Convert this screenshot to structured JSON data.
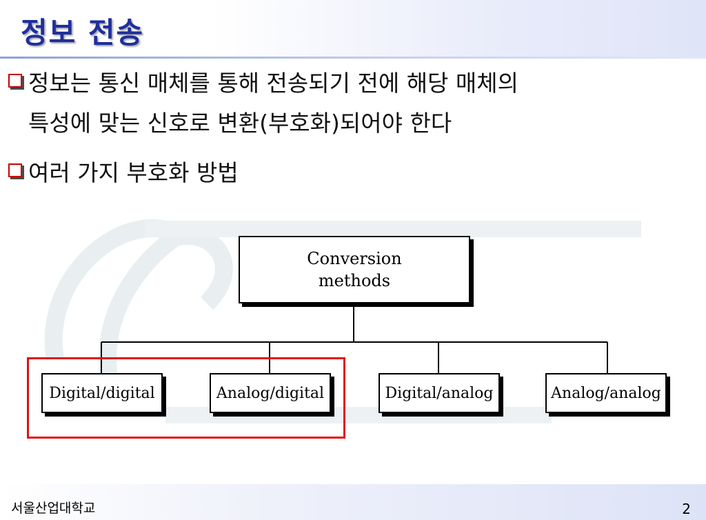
{
  "slide": {
    "title": "정보 전송",
    "bullets": [
      {
        "line1": "정보는 통신 매체를 통해 전송되기 전에 해당 매체의",
        "line2": "특성에 맞는 신호로 변환(부호화)되어야 한다"
      },
      {
        "line1": "여러 가지 부호화 방법"
      }
    ],
    "diagram": {
      "root_line1": "Conversion",
      "root_line2": "methods",
      "leaves": [
        "Digital/digital",
        "Analog/digital",
        "Digital/analog",
        "Analog/analog"
      ]
    },
    "footer": "서울산업대학교",
    "page_number": "2"
  },
  "colors": {
    "title": "#1f2f9c",
    "bullet_marker": "#c80000",
    "highlight_box": "#e01010"
  }
}
